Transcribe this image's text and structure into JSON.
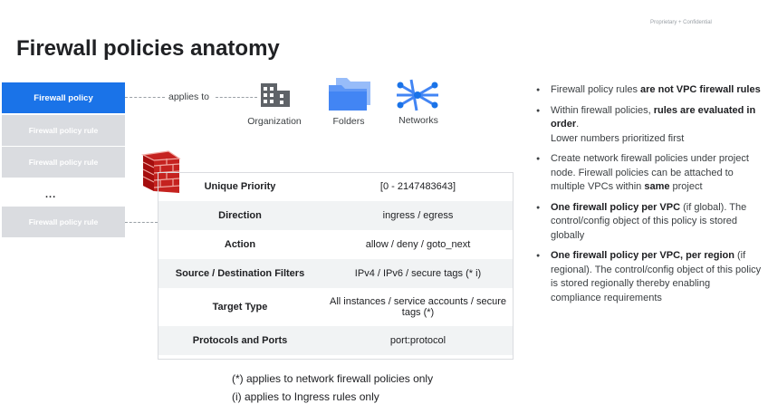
{
  "header": {
    "confidential": "Proprietary + Confidential",
    "title": "Firewall policies anatomy"
  },
  "left": {
    "policy": "Firewall policy",
    "rules": [
      "Firewall policy rule",
      "Firewall policy rule"
    ],
    "ellipsis": "...",
    "last_rule": "Firewall policy rule"
  },
  "diagram": {
    "applies_to": "applies to",
    "icons": [
      {
        "name": "building-icon",
        "label": "Organization"
      },
      {
        "name": "folders-icon",
        "label": "Folders"
      },
      {
        "name": "networks-icon",
        "label": "Networks"
      }
    ]
  },
  "table": {
    "rows": [
      {
        "key": "Unique Priority",
        "value": "[0 - 2147483643]"
      },
      {
        "key": "Direction",
        "value": "ingress / egress"
      },
      {
        "key": "Action",
        "value": "allow / deny / goto_next"
      },
      {
        "key": "Source / Destination Filters",
        "value": "IPv4 / IPv6 / secure tags (* i)"
      },
      {
        "key": "Target Type",
        "value": "All instances / service accounts / secure tags (*)"
      },
      {
        "key": "Protocols and Ports",
        "value": "port:protocol"
      }
    ]
  },
  "notes": [
    "(*) applies to network firewall policies only",
    "(i) applies to Ingress rules only"
  ],
  "bullets": {
    "b1": {
      "t1": "Firewall policy rules ",
      "bold1": "are not VPC firewall rules"
    },
    "b2": {
      "t1": "Within firewall policies, ",
      "bold1": "rules are evaluated in order",
      "t2": ".",
      "t3": "Lower numbers prioritized first"
    },
    "b3": {
      "t1": "Create network firewall policies under project node. Firewall policies can be attached to multiple VPCs within ",
      "bold1": "same",
      "t2": " project"
    },
    "b4": {
      "bold1": "One firewall policy per VPC",
      "t1": " (if global). The control/config object of this policy is stored globally"
    },
    "b5": {
      "bold1": "One firewall policy per VPC, per region",
      "t1": " (if regional). The control/config object of this policy is stored regionally thereby enabling compliance requirements"
    }
  },
  "colors": {
    "accent": "#1a73e8",
    "rule_box": "#dadce0",
    "brick": "#d93025"
  }
}
